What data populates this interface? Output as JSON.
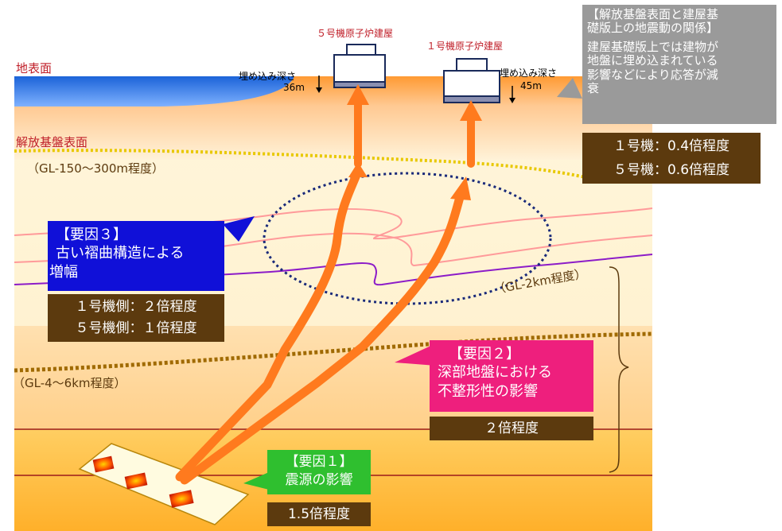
{
  "buildings": {
    "unit5": {
      "label": "５号機原子炉建屋",
      "depth_label": "埋め込み深さ",
      "depth_value": "36m"
    },
    "unit1": {
      "label": "１号機原子炉建屋",
      "depth_label": "埋め込み深さ",
      "depth_value": "45m"
    }
  },
  "layers": {
    "surface": "地表面",
    "bedrock": "解放基盤表面",
    "bedrock_depth": "（GL-150～300m程度）",
    "gl2": "（GL-2km程度）",
    "gl4": "（GL-4～6km程度）"
  },
  "callout_top": {
    "title_line1": "【解放基盤表面と建屋基",
    "title_line2": "礎版上の地震動の関係】",
    "body_line1": "建屋基礎版上では建物が",
    "body_line2": "地盤に埋め込まれている",
    "body_line3": "影響などにより応答が減",
    "body_line4": "衰",
    "ratio1": "１号機：0.4倍程度",
    "ratio2": "５号機：0.6倍程度"
  },
  "factor3": {
    "title": "【要因３】",
    "line1": "古い褶曲構造による",
    "line2": "増幅",
    "ratio1": "１号機側：２倍程度",
    "ratio2": "５号機側：１倍程度"
  },
  "factor2": {
    "title": "【要因２】",
    "line1": "深部地盤における",
    "line2": "不整形性の影響",
    "ratio": "２倍程度"
  },
  "factor1": {
    "title": "【要因１】",
    "line1": "震源の影響",
    "ratio": "1.5倍程度"
  },
  "colors": {
    "sea": "#1f6fe0",
    "orange_arrow": "#ff7a1e",
    "factor3_box": "#1010d8",
    "factor2_box": "#ee1f7d",
    "factor1_box": "#2fbf2f",
    "ratio_box": "#5c3a0e",
    "callout_box": "#9a9a9a"
  }
}
